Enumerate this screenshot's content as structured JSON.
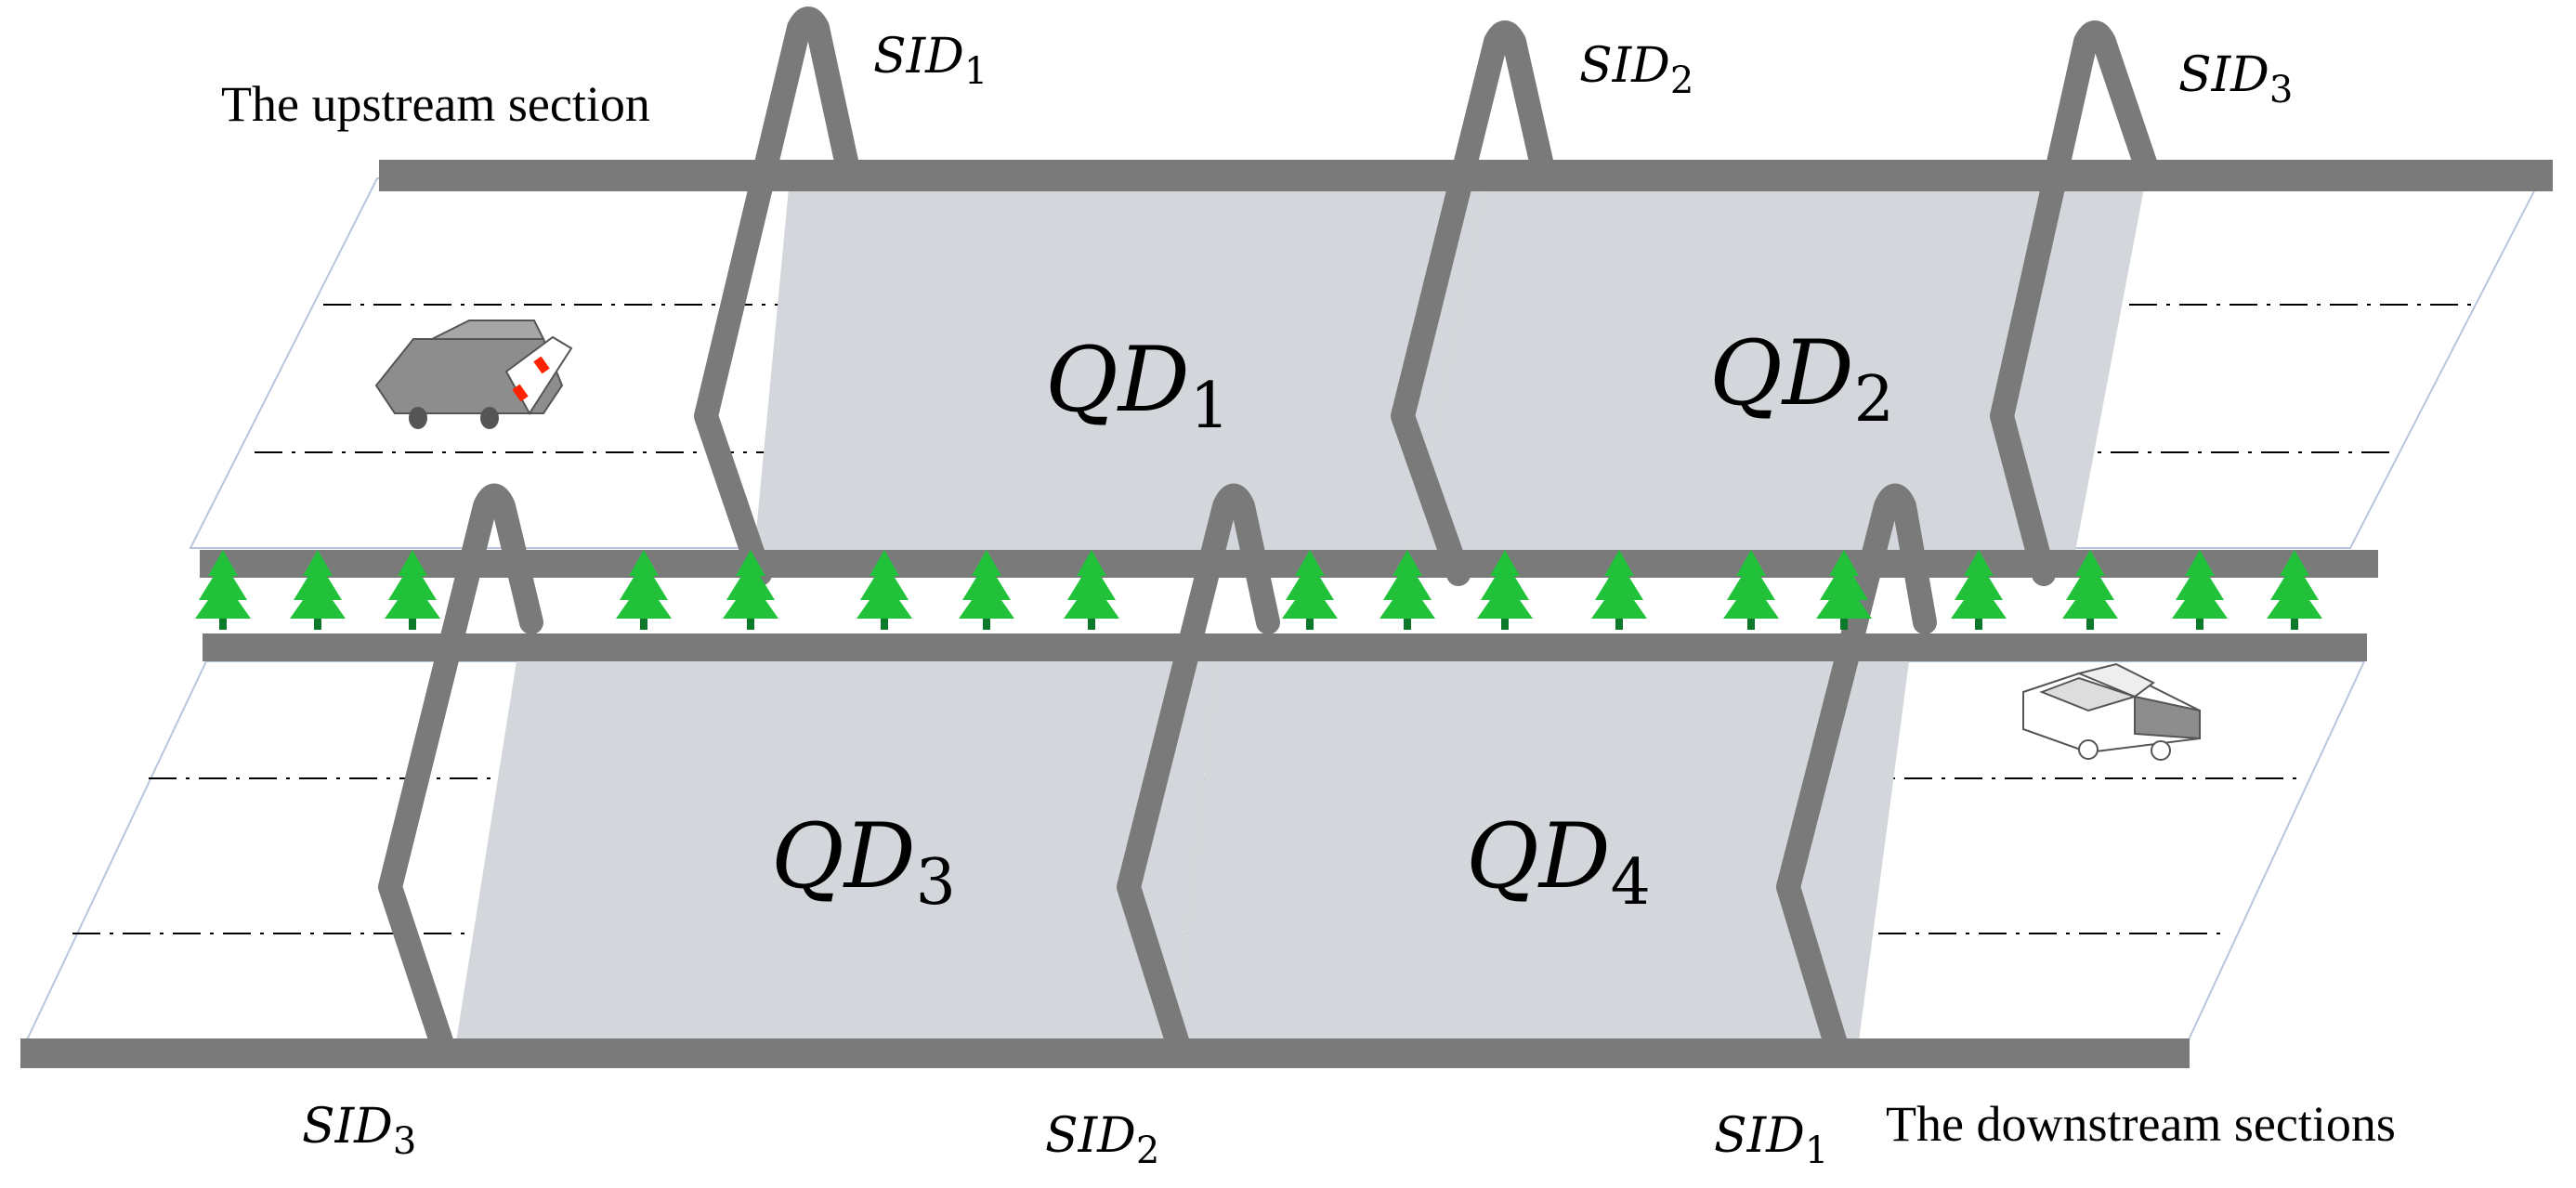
{
  "labels": {
    "upstream": "The upstream section",
    "downstream": "The downstream sections"
  },
  "upper_gantries": [
    {
      "base": "SID",
      "sub": "1"
    },
    {
      "base": "SID",
      "sub": "2"
    },
    {
      "base": "SID",
      "sub": "3"
    }
  ],
  "lower_gantries": [
    {
      "base": "SID",
      "sub": "3"
    },
    {
      "base": "SID",
      "sub": "2"
    },
    {
      "base": "SID",
      "sub": "1"
    }
  ],
  "zones": [
    {
      "base": "QD",
      "sub": "1"
    },
    {
      "base": "QD",
      "sub": "2"
    },
    {
      "base": "QD",
      "sub": "3"
    },
    {
      "base": "QD",
      "sub": "4"
    }
  ],
  "colors": {
    "road_edge": "#b8c6dd",
    "gantry": "#7a7a7a",
    "zone_fill": "#d3d6da",
    "tree": "#21c23a",
    "tree_trunk": "#0d7a2a",
    "car_body": "#8d8d8d",
    "car_mark": "#ff2200"
  },
  "icons": [
    "car-icon",
    "tree-icon"
  ]
}
